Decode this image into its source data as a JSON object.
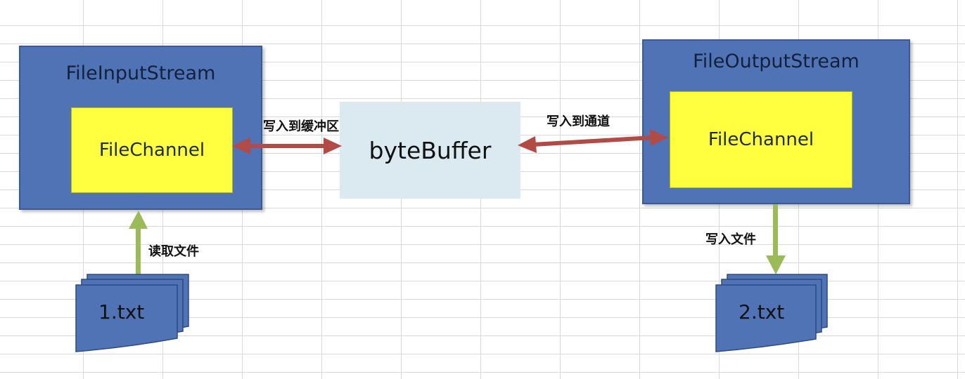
{
  "input_stream": {
    "title": "FileInputStream",
    "channel_label": "FileChannel"
  },
  "output_stream": {
    "title": "FileOutputStream",
    "channel_label": "FileChannel"
  },
  "buffer": {
    "label": "byteBuffer"
  },
  "arrows": {
    "write_to_buffer": "写入到缓冲区",
    "write_to_channel": "写入到通道",
    "read_file": "读取文件",
    "write_file": "写入文件"
  },
  "files": {
    "source": "1.txt",
    "target": "2.txt"
  },
  "colors": {
    "stream_fill": "#4f73b5",
    "channel_fill": "#ffff40",
    "buffer_fill": "#dbeaf1",
    "red_arrow": "#b24a45",
    "green_arrow": "#9bbb59",
    "doc_fill": "#4f73b5",
    "grid": "#d9d9d9"
  }
}
